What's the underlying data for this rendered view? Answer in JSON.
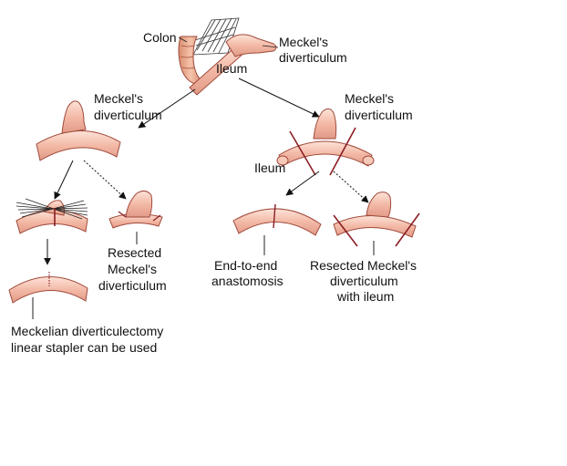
{
  "labels": {
    "colon": "Colon",
    "ileum_top": "Ileum",
    "meckels_top": [
      "Meckel's",
      "diverticulum"
    ],
    "meckels_left": [
      "Meckel's",
      "diverticulum"
    ],
    "meckels_right": [
      "Meckel's",
      "diverticulum"
    ],
    "ileum_right": "Ileum",
    "resected_left": [
      "Resected",
      "Meckel's",
      "diverticulum"
    ],
    "end_to_end": [
      "End-to-end",
      "anastomosis"
    ],
    "resected_right": [
      "Resected Meckel's",
      "diverticulum",
      "with ileum"
    ],
    "diverticulectomy": [
      "Meckelian diverticulectomy",
      "linear stapler can be used"
    ]
  },
  "colors": {
    "bowel_fill": "#f2b8a6",
    "bowel_light": "#fbd9cc",
    "bowel_outline": "#a04a3c",
    "cut_line": "#8b1e24",
    "colon_fill": "#e8a98c",
    "stroke": "#222222"
  }
}
